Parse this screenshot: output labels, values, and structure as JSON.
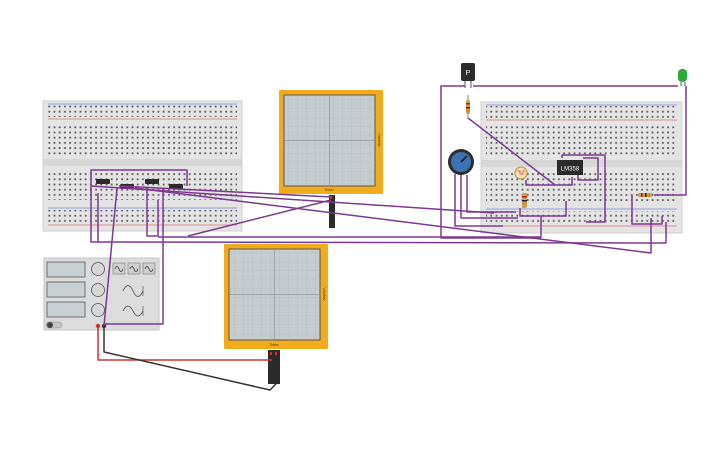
{
  "canvas": {
    "background": "#ffffff"
  },
  "colors": {
    "breadboard": "#e6e6e6",
    "breadboard_rail": "#f2f2f2",
    "hole": "#555555",
    "rail_red": "#d23b3b",
    "rail_blue": "#3b5fd2",
    "wire_purple": "#7b3a8f",
    "wire_red": "#d33232",
    "wire_black": "#333333",
    "oscilloscope_frame": "#f2ac1b",
    "oscilloscope_screen": "#c5ccd0",
    "function_generator": "#d9d9d9",
    "potentiometer": "#3c74b3",
    "led_green": "#2bab3a",
    "ic_body": "#2b2b2b"
  },
  "components": {
    "ic_chip": {
      "label": "LM358",
      "icon": "ic-chip-icon"
    },
    "oscilloscope_top": {
      "brand": "Tinker",
      "side_label": "Vdd/div",
      "icon": "oscilloscope-icon"
    },
    "oscilloscope_bottom": {
      "brand": "Tinker",
      "side_label": "Vdd/div",
      "icon": "oscilloscope-icon"
    },
    "phototransistor": {
      "label": "P",
      "icon": "phototransistor-icon"
    },
    "led": {
      "color": "green",
      "icon": "led-icon"
    },
    "potentiometer": {
      "icon": "potentiometer-knob-icon"
    },
    "photoresistor": {
      "icon": "photoresistor-icon"
    },
    "function_generator": {
      "wave_buttons": [
        "sine-wave-icon",
        "square-wave-icon",
        "triangle-wave-icon"
      ],
      "power_switch": "toggle-switch-icon"
    }
  }
}
